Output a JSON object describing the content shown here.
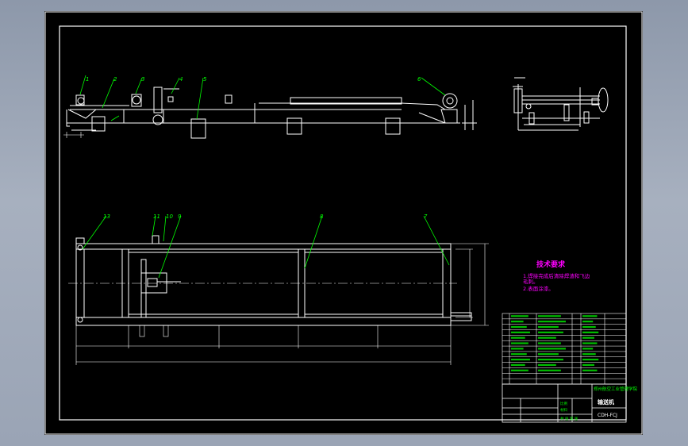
{
  "balloon_numbers": {
    "front_view": [
      "1",
      "2",
      "3",
      "4",
      "5",
      "6"
    ],
    "plan_view": [
      "13",
      "11",
      "10",
      "9",
      "8",
      "7"
    ]
  },
  "technical_requirements": {
    "title": "技术要求",
    "items": [
      "1.焊接完成后清除焊渣和飞边",
      "毛刺。",
      "2.表面涂漆。"
    ]
  },
  "title_block": {
    "drawing_name": "输送机",
    "drawing_number": "CDH-FCJ",
    "school": "郑州航空工业管理学院",
    "scale_label": "比例",
    "material_label": "材料",
    "sheet_label": "共 张 第 张"
  },
  "colors": {
    "background": "#000000",
    "lines": "#ffffff",
    "leaders": "#00ff00",
    "annotation": "#ff00ff",
    "table_text": "#00ff00"
  }
}
